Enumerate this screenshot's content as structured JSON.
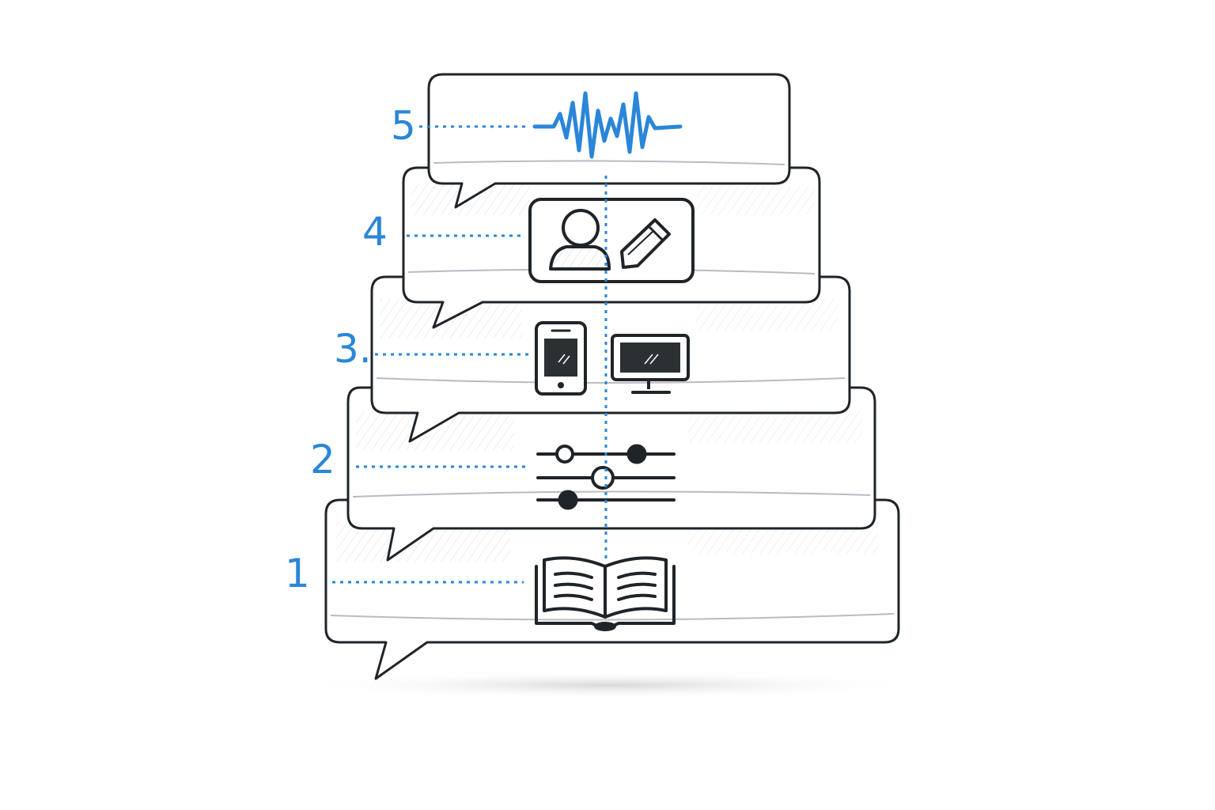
{
  "colors": {
    "accent": "#2a86d8",
    "ink": "#1f2429",
    "screen": "#2b3033",
    "hatch": "#d2d5d9"
  },
  "layers": [
    {
      "number": "1",
      "icon": "open-book-icon"
    },
    {
      "number": "2",
      "icon": "sliders-icon"
    },
    {
      "number": "3.",
      "icon": "phone-and-monitor-icon"
    },
    {
      "number": "4",
      "icon": "user-edit-icon"
    },
    {
      "number": "5",
      "icon": "sound-wave-icon"
    }
  ]
}
